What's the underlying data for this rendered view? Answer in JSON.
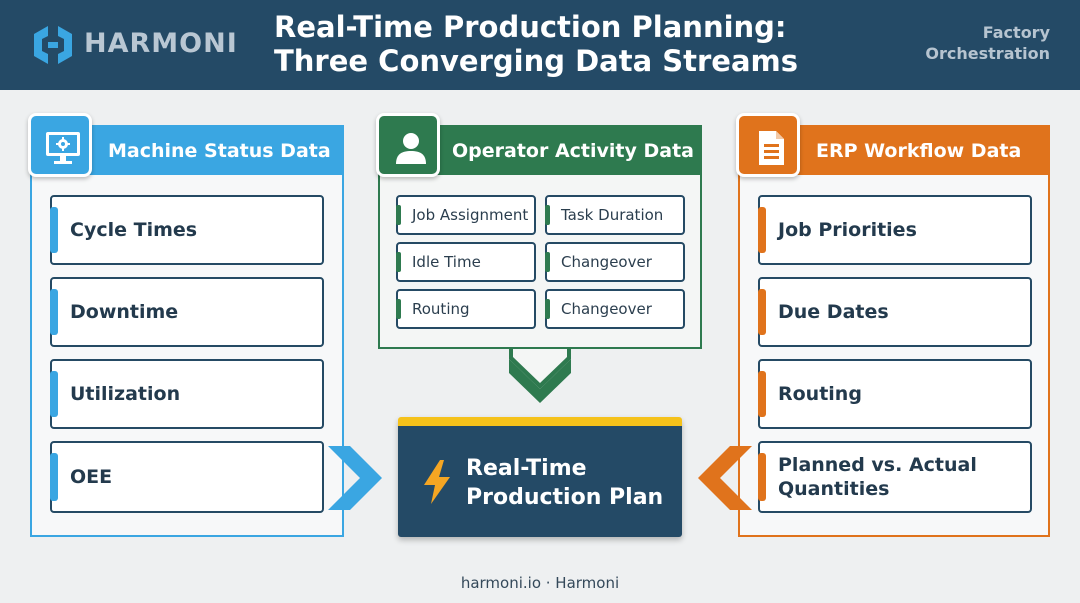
{
  "header": {
    "brand": "HARMONI",
    "title_line1": "Real-Time Production Planning:",
    "title_line2": "Three Converging Data Streams",
    "tag_line1": "Factory",
    "tag_line2": "Orchestration"
  },
  "streams": {
    "machine": {
      "title": "Machine Status Data",
      "color": "#3aa6e2",
      "items": [
        "Cycle Times",
        "Downtime",
        "Utilization",
        "OEE"
      ]
    },
    "operator": {
      "title": "Operator Activity Data",
      "color": "#2e7a4f",
      "items": [
        "Job Assignment",
        "Task Duration",
        "Idle Time",
        "Changeover",
        "Routing",
        "Changeover"
      ]
    },
    "erp": {
      "title": "ERP Workflow Data",
      "color": "#e0731c",
      "items": [
        "Job Priorities",
        "Due Dates",
        "Routing",
        "Planned vs. Actual",
        "Quantities"
      ]
    }
  },
  "center": {
    "line1": "Real-Time",
    "line2": "Production Plan",
    "accent": "#f5c21b"
  },
  "footer": "harmoni.io · Harmoni",
  "icons": [
    "logo-icon",
    "monitor-gear-icon",
    "user-icon",
    "document-icon",
    "lightning-icon",
    "arrow-down-icon",
    "arrow-right-icon",
    "arrow-left-icon"
  ]
}
